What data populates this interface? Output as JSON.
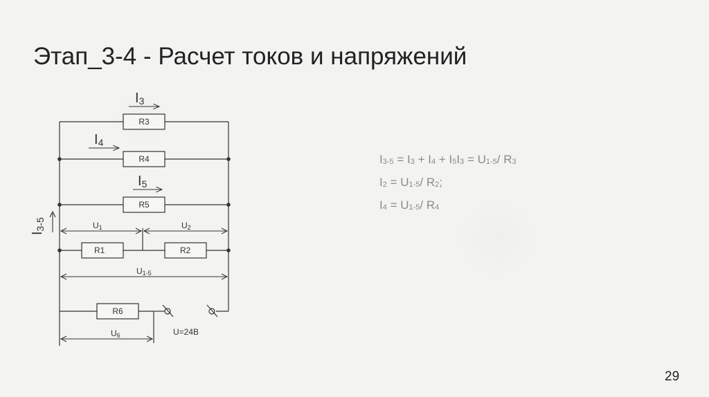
{
  "title": "Этап_3-4 - Расчет токов и напряжений",
  "page_number": "29",
  "formulas": {
    "line1": {
      "i35_base": "I",
      "i35_sub": "3-5",
      "eq1": " = I",
      "i3_sub": "3",
      "plus1": " + I",
      "i4_sub": "4",
      "plus2": " + I",
      "i5_sub": "5",
      "i3b_base": "I",
      "i3b_sub": "3",
      "eq2": " = U",
      "u15_sub": "1-5",
      "div": "/ R",
      "r3_sub": "3"
    },
    "line2": {
      "i2_base": "I",
      "i2_sub": "2",
      "eq": " = U",
      "u15_sub": "1-5",
      "div": "/ R",
      "r2_sub": "2",
      "tail": ";"
    },
    "line3": {
      "i4_base": "I",
      "i4_sub": "4",
      "eq": " = U",
      "u15_sub": "1-5",
      "div": "/ R",
      "r4_sub": "4"
    }
  },
  "circuit": {
    "resistors": {
      "r3": "R3",
      "r4": "R4",
      "r5": "R5",
      "r1": "R1",
      "r2": "R2",
      "r6": "R6"
    },
    "currents": {
      "i3_base": "I",
      "i3_sub": "3",
      "i4_base": "I",
      "i4_sub": "4",
      "i5_base": "I",
      "i5_sub": "5",
      "i35_base": "I",
      "i35_sub": "3-5"
    },
    "voltages": {
      "u1_base": "U",
      "u1_sub": "1",
      "u2_base": "U",
      "u2_sub": "2",
      "u15_base": "U",
      "u15_sub": "1-5",
      "u6_base": "U",
      "u6_sub": "6"
    },
    "source": "U=24В"
  }
}
